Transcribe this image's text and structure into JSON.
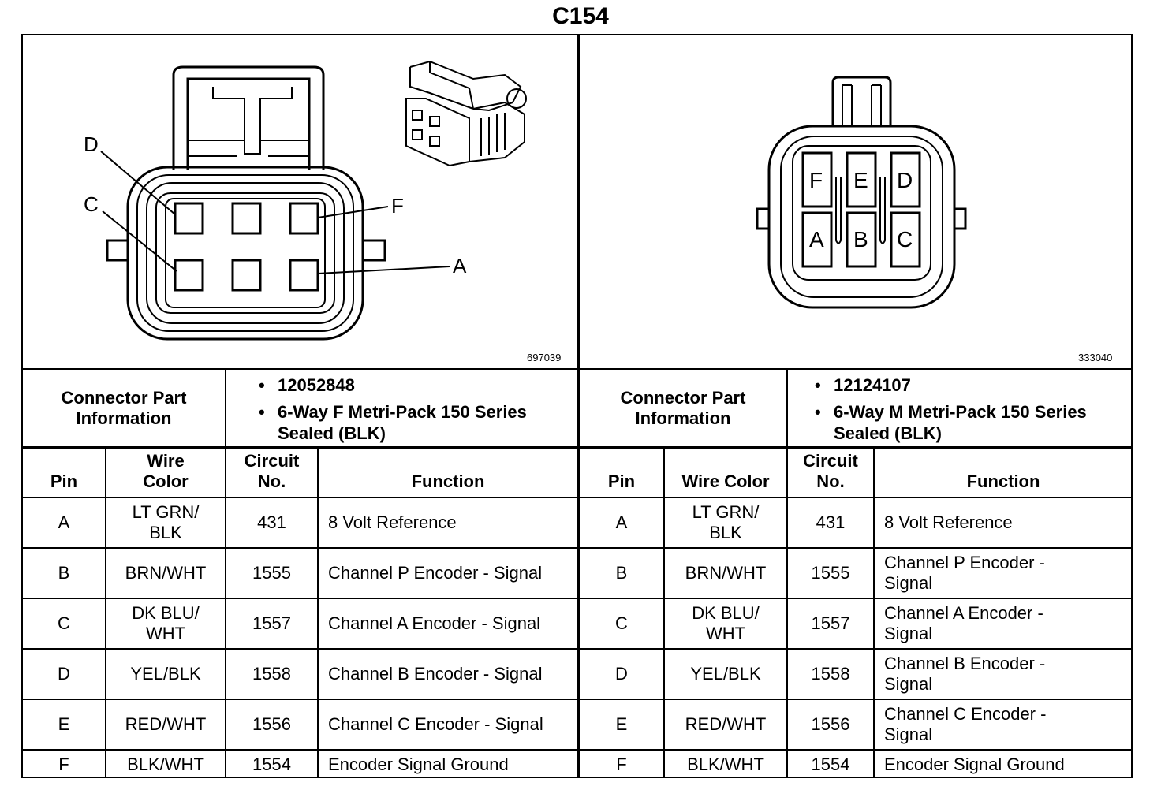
{
  "title": "C154",
  "left": {
    "image_id": "697039",
    "pin_labels": {
      "D": "D",
      "C": "C",
      "F": "F",
      "A": "A"
    },
    "connector_label": "Connector Part Information",
    "part_number": "12052848",
    "description": "6-Way F Metri-Pack 150 Series Sealed (BLK)",
    "headers": {
      "pin": "Pin",
      "wire_color": "Wire Color",
      "circuit": "Circuit No.",
      "function": "Function"
    },
    "rows": [
      {
        "pin": "A",
        "wire": "LT GRN/ BLK",
        "circuit": "431",
        "function": "8 Volt Reference"
      },
      {
        "pin": "B",
        "wire": "BRN/WHT",
        "circuit": "1555",
        "function": "Channel P Encoder - Signal"
      },
      {
        "pin": "C",
        "wire": "DK BLU/ WHT",
        "circuit": "1557",
        "function": "Channel A Encoder - Signal"
      },
      {
        "pin": "D",
        "wire": "YEL/BLK",
        "circuit": "1558",
        "function": "Channel B Encoder - Signal"
      },
      {
        "pin": "E",
        "wire": "RED/WHT",
        "circuit": "1556",
        "function": "Channel C Encoder - Signal"
      },
      {
        "pin": "F",
        "wire": "BLK/WHT",
        "circuit": "1554",
        "function": "Encoder Signal Ground"
      }
    ]
  },
  "right": {
    "image_id": "333040",
    "pin_labels": {
      "F": "F",
      "E": "E",
      "D": "D",
      "A": "A",
      "B": "B",
      "C": "C"
    },
    "connector_label": "Connector Part Information",
    "part_number": "12124107",
    "description": "6-Way M Metri-Pack 150 Series Sealed (BLK)",
    "headers": {
      "pin": "Pin",
      "wire_color": "Wire Color",
      "circuit": "Circuit No.",
      "function": "Function"
    },
    "rows": [
      {
        "pin": "A",
        "wire": "LT GRN/ BLK",
        "circuit": "431",
        "function": "8 Volt Reference"
      },
      {
        "pin": "B",
        "wire": "BRN/WHT",
        "circuit": "1555",
        "function": "Channel P Encoder - Signal"
      },
      {
        "pin": "C",
        "wire": "DK BLU/ WHT",
        "circuit": "1557",
        "function": "Channel A Encoder - Signal"
      },
      {
        "pin": "D",
        "wire": "YEL/BLK",
        "circuit": "1558",
        "function": "Channel B Encoder - Signal"
      },
      {
        "pin": "E",
        "wire": "RED/WHT",
        "circuit": "1556",
        "function": "Channel C Encoder - Signal"
      },
      {
        "pin": "F",
        "wire": "BLK/WHT",
        "circuit": "1554",
        "function": "Encoder Signal Ground"
      }
    ]
  }
}
